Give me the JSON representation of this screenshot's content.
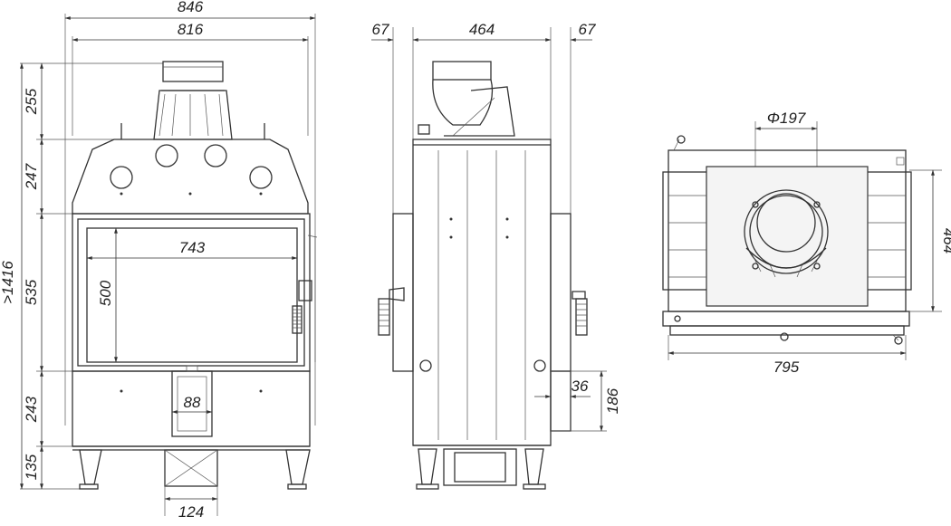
{
  "front_view": {
    "width_outer": "846",
    "width_inner": "816",
    "height_total": ">1416",
    "h_top": "255",
    "h_hood": "247",
    "h_door": "535",
    "h_lower": "243",
    "h_legs": "135",
    "glass_width": "743",
    "glass_height": "500",
    "duct_width": "88",
    "outlet_width": "124"
  },
  "side_view": {
    "left_offset": "67",
    "depth": "464",
    "right_offset": "67",
    "inlet_offset": "36",
    "inlet_height": "186"
  },
  "top_view": {
    "flue_diameter": "Φ197",
    "depth": "464",
    "width": "795"
  },
  "colors": {
    "line": "#333333",
    "background": "#ffffff"
  }
}
